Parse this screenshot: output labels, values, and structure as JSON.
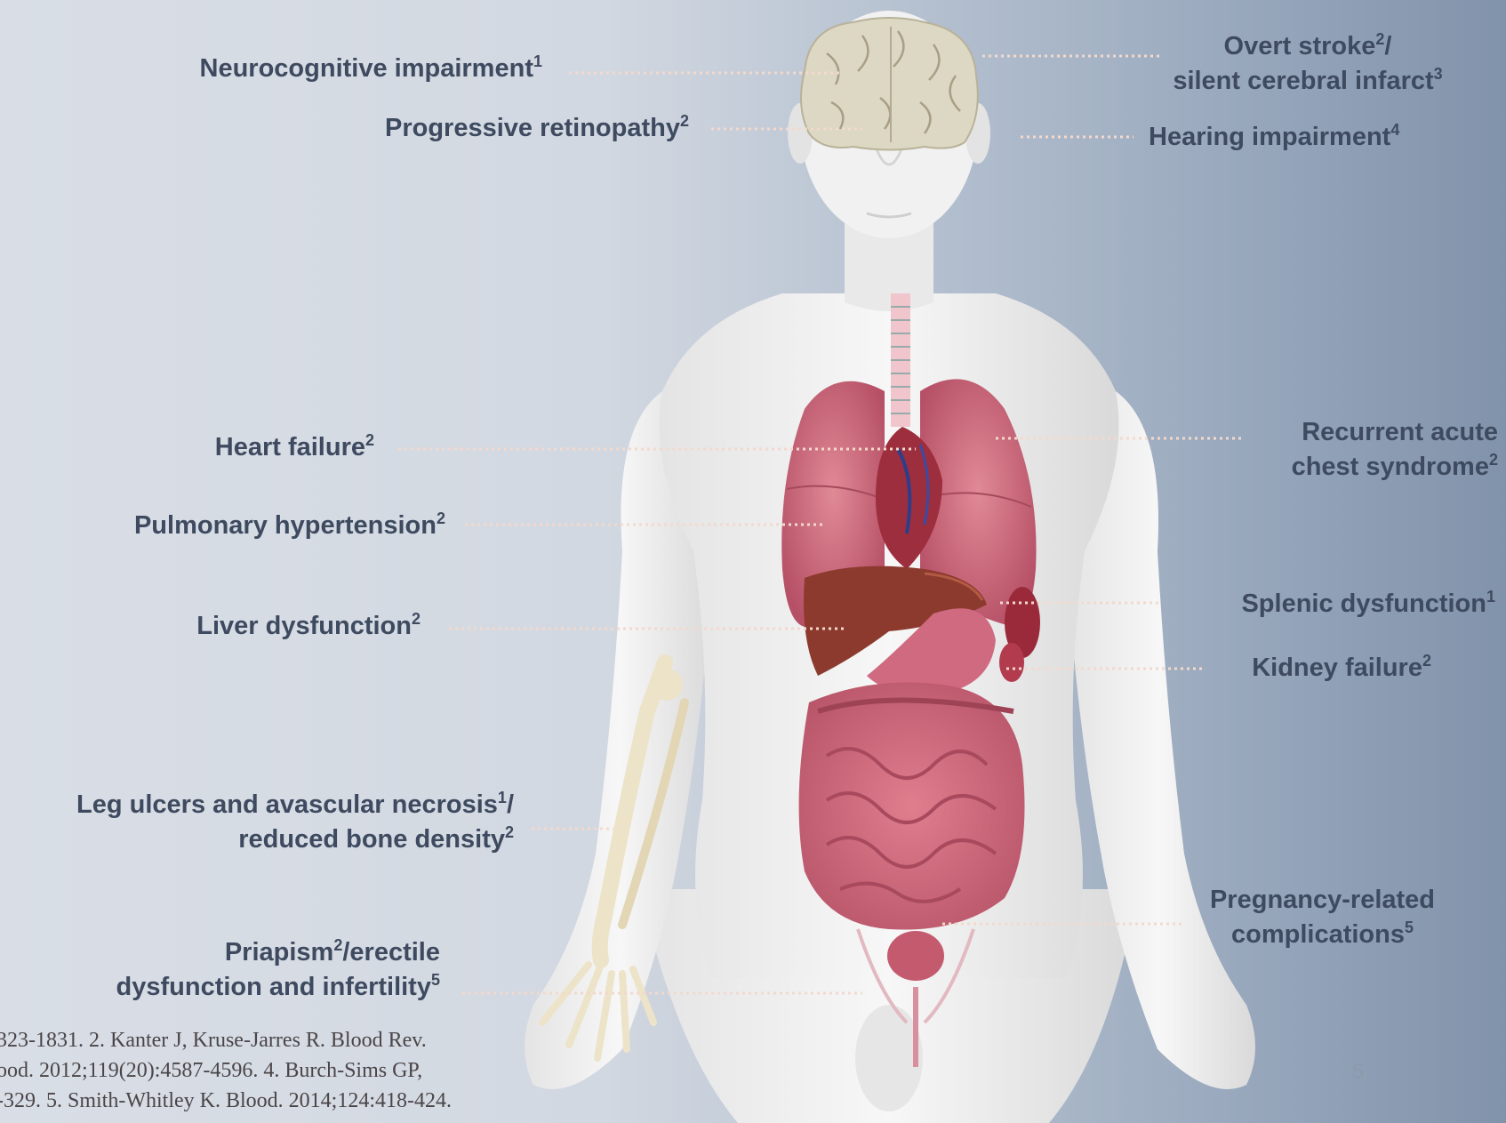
{
  "labels": {
    "neurocognitive": {
      "text": "Neurocognitive impairment",
      "sup": "1"
    },
    "retinopathy": {
      "text": "Progressive retinopathy",
      "sup": "2"
    },
    "stroke": {
      "line1": "Overt stroke",
      "sup1": "2",
      "line1_tail": "/",
      "line2": "silent cerebral infarct",
      "sup2": "3"
    },
    "hearing": {
      "text": "Hearing impairment",
      "sup": "4"
    },
    "heart_failure": {
      "text": "Heart failure",
      "sup": "2"
    },
    "pulmonary_hypertension": {
      "text": "Pulmonary hypertension",
      "sup": "2"
    },
    "liver": {
      "text": "Liver dysfunction",
      "sup": "2"
    },
    "chest_syndrome": {
      "line1": "Recurrent acute",
      "line2": "chest syndrome",
      "sup": "2"
    },
    "splenic": {
      "text": "Splenic dysfunction",
      "sup": "1"
    },
    "kidney": {
      "text": "Kidney failure",
      "sup": "2"
    },
    "leg_ulcers": {
      "line1": "Leg ulcers and avascular necrosis",
      "sup1": "1",
      "line1_tail": "/",
      "line2": "reduced bone density",
      "sup2": "2"
    },
    "pregnancy": {
      "line1": "Pregnancy-related",
      "line2": "complications",
      "sup": "5"
    },
    "priapism": {
      "line1": "Priapism",
      "sup1": "2",
      "line1_tail": "/erectile",
      "line2": "dysfunction and infertility",
      "sup2": "5"
    }
  },
  "references": [
    "323-1831. 2. Kanter J, Kruse-Jarres R. Blood Rev.",
    "ood. 2012;119(20):4587-4596. 4. Burch-Sims GP,",
    "-329. 5. Smith-Whitley K. Blood. 2014;124:418-424."
  ],
  "page_number": "5",
  "colors": {
    "label_text": "#3e4a5f",
    "leader_line": "#f3d9cc",
    "body": "#ececec",
    "organ_pink": "#c9667a",
    "liver": "#8c3a2e",
    "brain": "#ddd9c6",
    "bone": "#ece3c9"
  }
}
